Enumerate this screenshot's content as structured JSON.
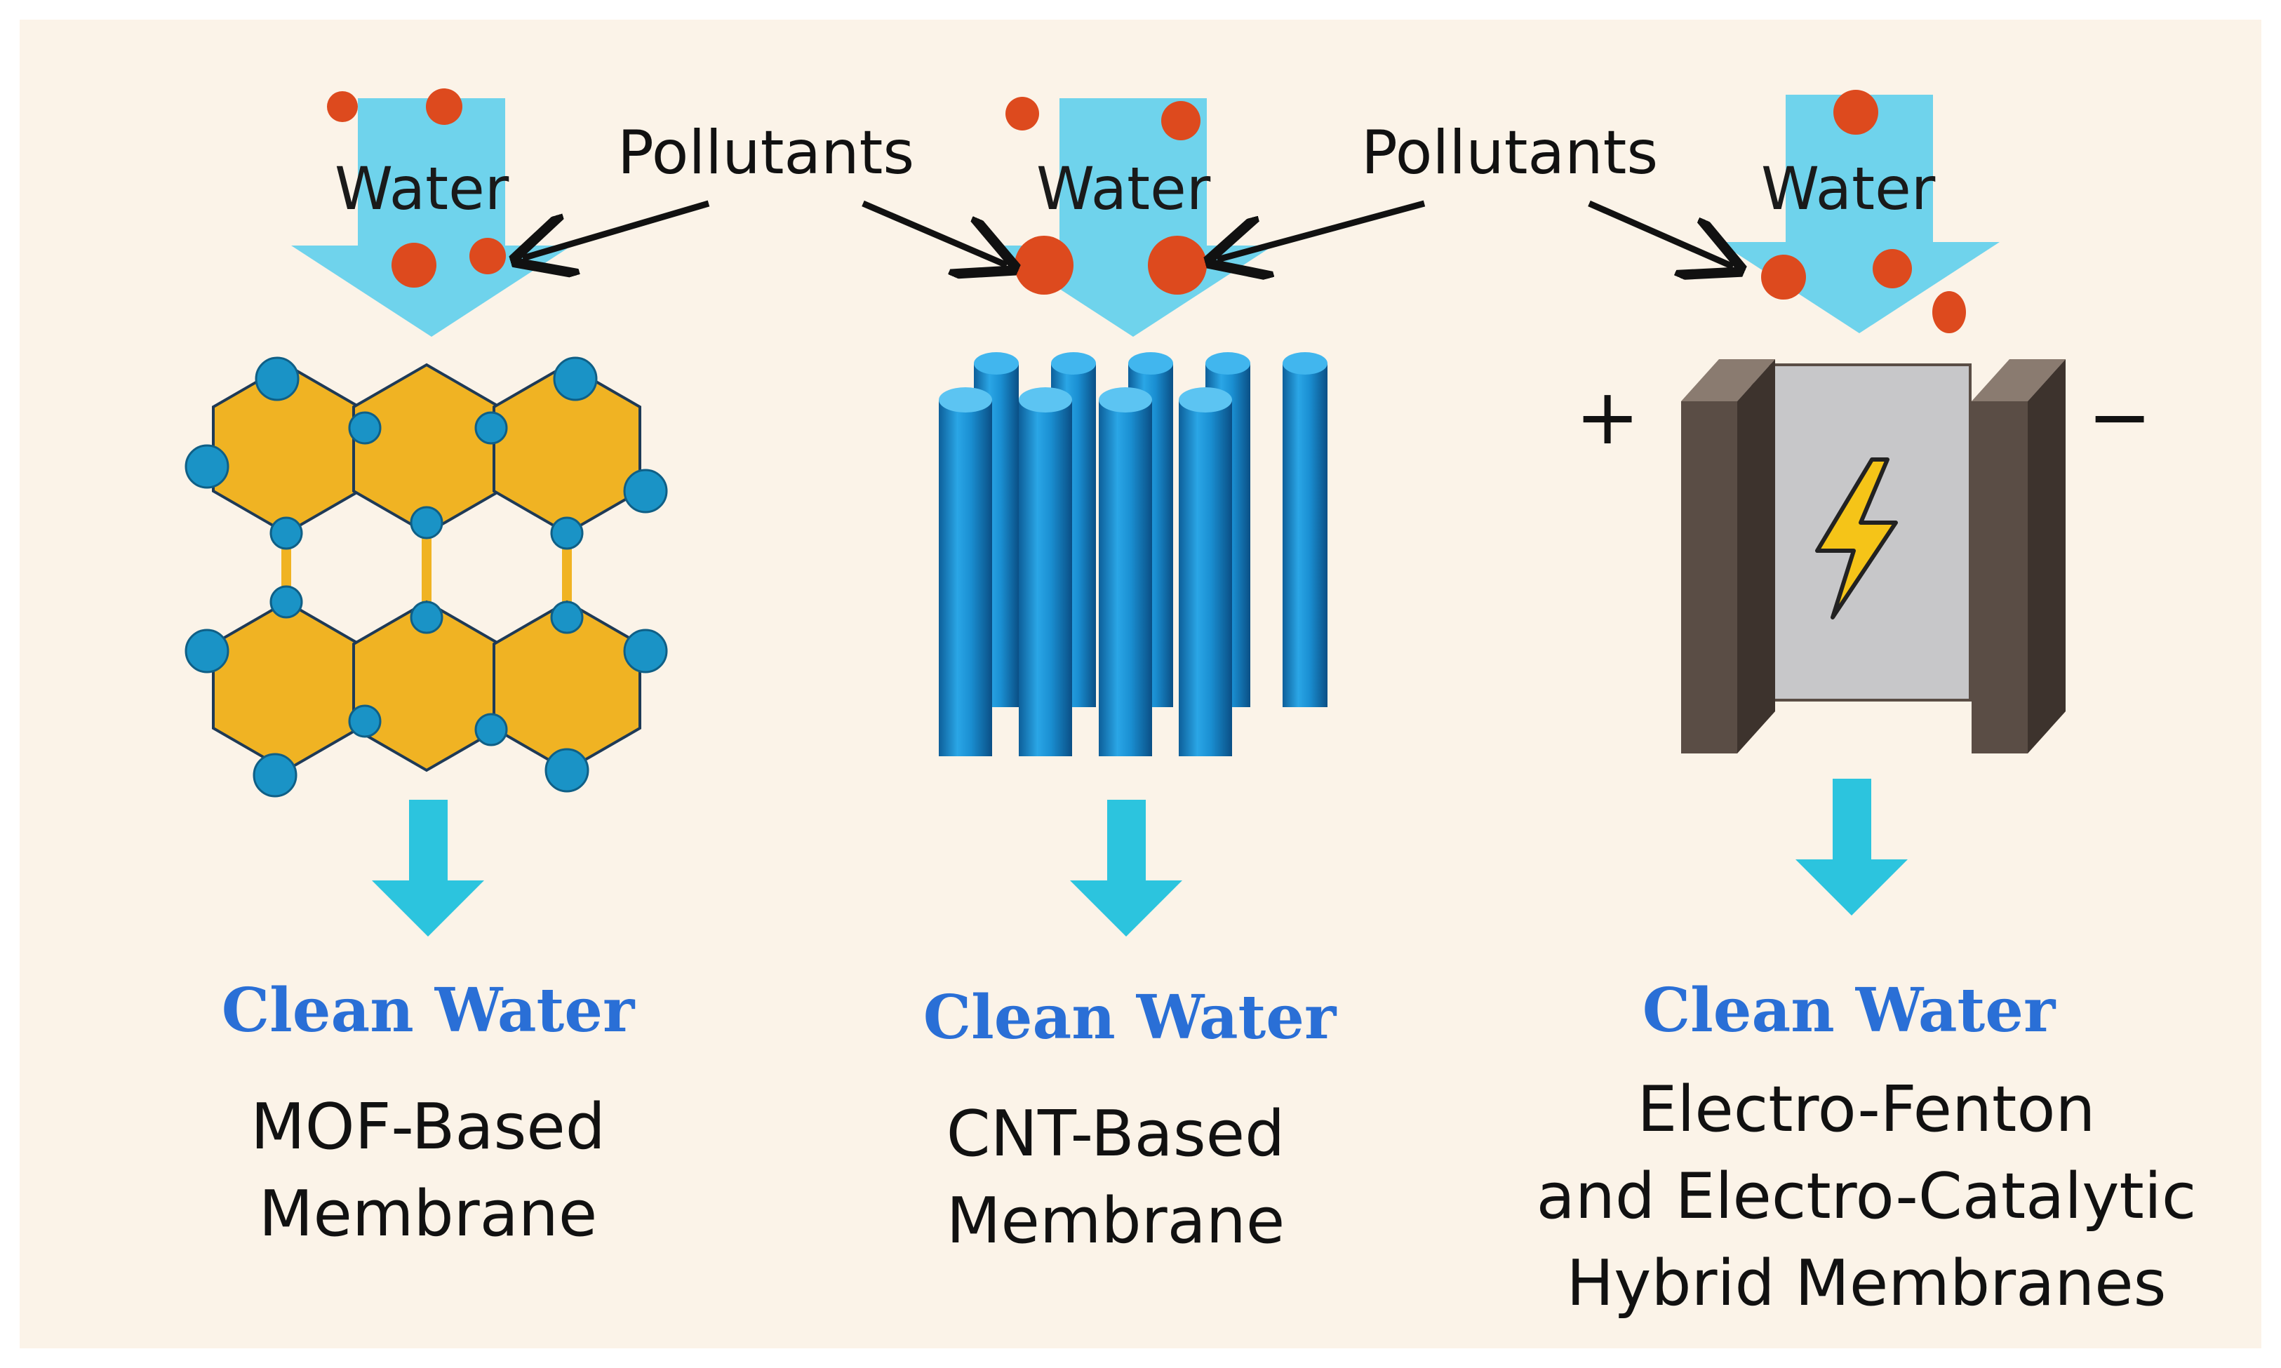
{
  "panels": [
    {
      "id": "mof",
      "water_label": "Water",
      "output_label": "Clean Water",
      "name_lines": [
        "MOF-Based",
        "Membrane"
      ]
    },
    {
      "id": "cnt",
      "water_label": "Water",
      "output_label": "Clean Water",
      "name_lines": [
        "CNT-Based",
        "Membrane"
      ]
    },
    {
      "id": "electro",
      "water_label": "Water",
      "output_label": "Clean Water",
      "name_lines": [
        "Electro-Fenton",
        "and Electro-Catalytic",
        "Hybrid Membranes"
      ],
      "positive_sign": "+",
      "negative_sign": "−"
    }
  ],
  "callouts": [
    "Pollutants",
    "Pollutants"
  ],
  "icons": [
    "down-arrow-icon",
    "pollutant-particle-icon",
    "lightning-bolt-icon"
  ],
  "colors": {
    "background": "#fbf3e8",
    "water_arrow": "#6fd3ec",
    "output_arrow": "#2cc4de",
    "pollutant": "#dd4a1e",
    "mof_hexagon": "#f0b323",
    "mof_node": "#1a93c6",
    "cnt_tube": "#1b8fd0",
    "electrode": "#5a4d45",
    "electrolyte": "#c7c7c9",
    "bolt": "#f5c418",
    "clean_water_text": "#2a6fd6"
  }
}
